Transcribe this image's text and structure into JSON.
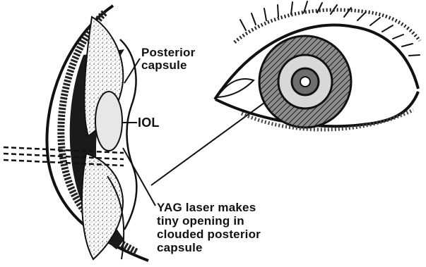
{
  "labels": {
    "posterior_capsule_line1": "Posterior",
    "posterior_capsule_line2": "capsule",
    "iol": "IOL",
    "caption_line1": "YAG laser makes",
    "caption_line2": "tiny opening in",
    "caption_line3": "clouded posterior",
    "caption_line4": "capsule"
  },
  "colors": {
    "ink": "#111111",
    "background": "#ffffff"
  },
  "icons": {
    "eye_cross_section": "eye-cross-section-illustration",
    "front_eye": "front-eye-illustration",
    "laser_beam": "dashed-laser-beam"
  }
}
